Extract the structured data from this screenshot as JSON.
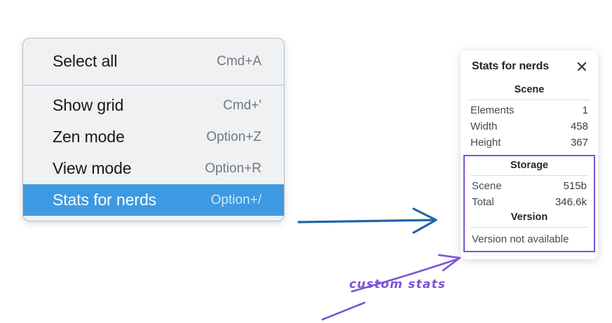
{
  "context_menu": {
    "sections": [
      {
        "items": [
          {
            "label": "Select all",
            "shortcut": "Cmd+A",
            "selected": false,
            "name": "menu-item-select-all"
          }
        ]
      },
      {
        "items": [
          {
            "label": "Show grid",
            "shortcut": "Cmd+'",
            "selected": false,
            "name": "menu-item-show-grid"
          },
          {
            "label": "Zen mode",
            "shortcut": "Option+Z",
            "selected": false,
            "name": "menu-item-zen-mode"
          },
          {
            "label": "View mode",
            "shortcut": "Option+R",
            "selected": false,
            "name": "menu-item-view-mode"
          },
          {
            "label": "Stats for nerds",
            "shortcut": "Option+/",
            "selected": true,
            "name": "menu-item-stats-for-nerds"
          }
        ]
      }
    ],
    "highlight_color": "#3d9ae2"
  },
  "stats_panel": {
    "title": "Stats for nerds",
    "close_icon": "close-icon",
    "scene": {
      "heading": "Scene",
      "rows": [
        {
          "key": "Elements",
          "value": "1"
        },
        {
          "key": "Width",
          "value": "458"
        },
        {
          "key": "Height",
          "value": "367"
        }
      ]
    },
    "storage": {
      "heading": "Storage",
      "rows": [
        {
          "key": "Scene",
          "value": "515b"
        },
        {
          "key": "Total",
          "value": "346.6k"
        }
      ]
    },
    "version": {
      "heading": "Version",
      "note": "Version not available"
    },
    "highlight_border_color": "#7c54d6"
  },
  "annotations": {
    "flow_arrow_color": "#2166a8",
    "custom_stats_label": "custom stats",
    "custom_stats_color": "#7c54d6"
  }
}
